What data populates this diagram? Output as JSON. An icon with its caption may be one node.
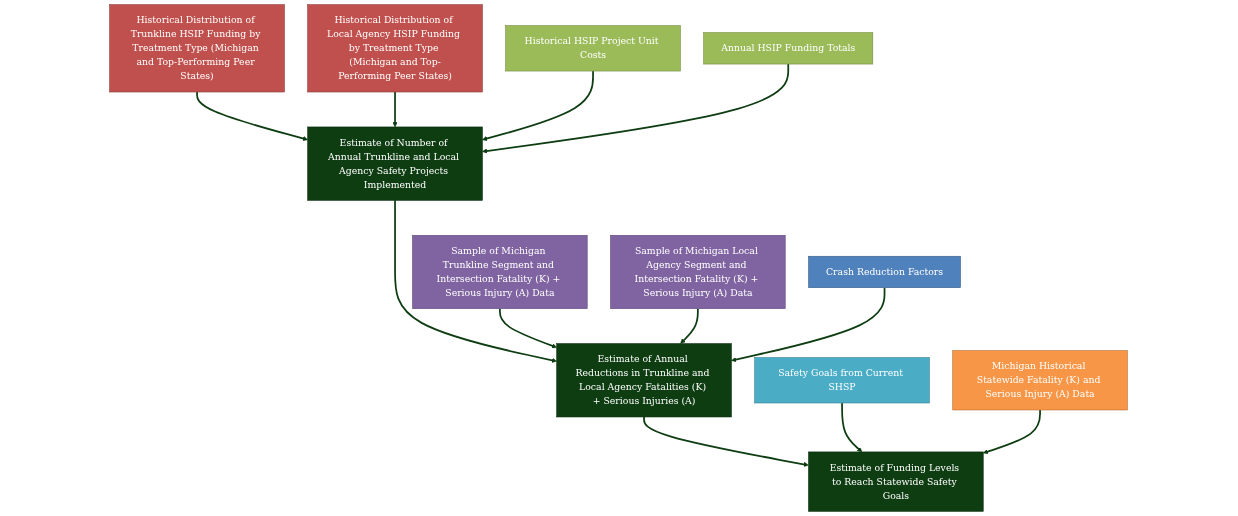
{
  "diagram": {
    "nodes": [
      {
        "text": [
          "Historical Distribution of Trunkline HSIP Funding by Treatment Type (Michigan and Top-Performing Peer States)"
        ]
      },
      {
        "text": [
          "Historical Distribution of Local Agency HSIP Funding by Treatment Type (Michigan and Top-Performing Peer States)"
        ]
      },
      {
        "text": [
          "Historical HSIP Project Unit Costs"
        ]
      },
      {
        "text": [
          "Annual HSIP Funding Totals"
        ]
      },
      {
        "text": [
          "Estimate of Number of Annual Trunkline and Local Agency Safety Projects Implemented"
        ]
      },
      {
        "text": [
          "Sample of Michigan Trunkline Segment and Intersection Fatality (K) + Serious Injury (A) Data"
        ]
      },
      {
        "text": [
          "Sample of Michigan Local Agency Segment and Intersection Fatality (K) + Serious Injury (A) Data"
        ]
      },
      {
        "text": [
          "Crash Reduction Factors"
        ]
      },
      {
        "text": [
          "Estimate of Annual Reductions in Trunkline and Local Agency Fatalities (K) + Serious Injuries (A)"
        ]
      },
      {
        "text": [
          "Safety Goals from Current SHSP"
        ]
      },
      {
        "text": [
          "Michigan Historical Statewide Fatality (K) and Serious Injury (A) Data"
        ]
      },
      {
        "text": [
          "Estimate of Funding Levels to Reach Statewide Safety Goals"
        ]
      }
    ],
    "edges": [
      {
        "from": 0,
        "to": 4,
        "arrow": "to"
      },
      {
        "from": 1,
        "to": 4,
        "arrow": "to"
      },
      {
        "from": 2,
        "to": 4,
        "arrow": "to"
      },
      {
        "from": 3,
        "to": 4,
        "arrow": "to"
      },
      {
        "from": 4,
        "to": 8,
        "arrow": "to"
      },
      {
        "from": 5,
        "to": 8,
        "arrow": "to"
      },
      {
        "from": 6,
        "to": 8,
        "arrow": "to"
      },
      {
        "from": 7,
        "to": 8,
        "arrow": "to"
      },
      {
        "from": 8,
        "to": 11,
        "arrow": "to"
      },
      {
        "from": 9,
        "to": 11,
        "arrow": "to"
      },
      {
        "from": 10,
        "to": 11,
        "arrow": "to"
      }
    ]
  }
}
